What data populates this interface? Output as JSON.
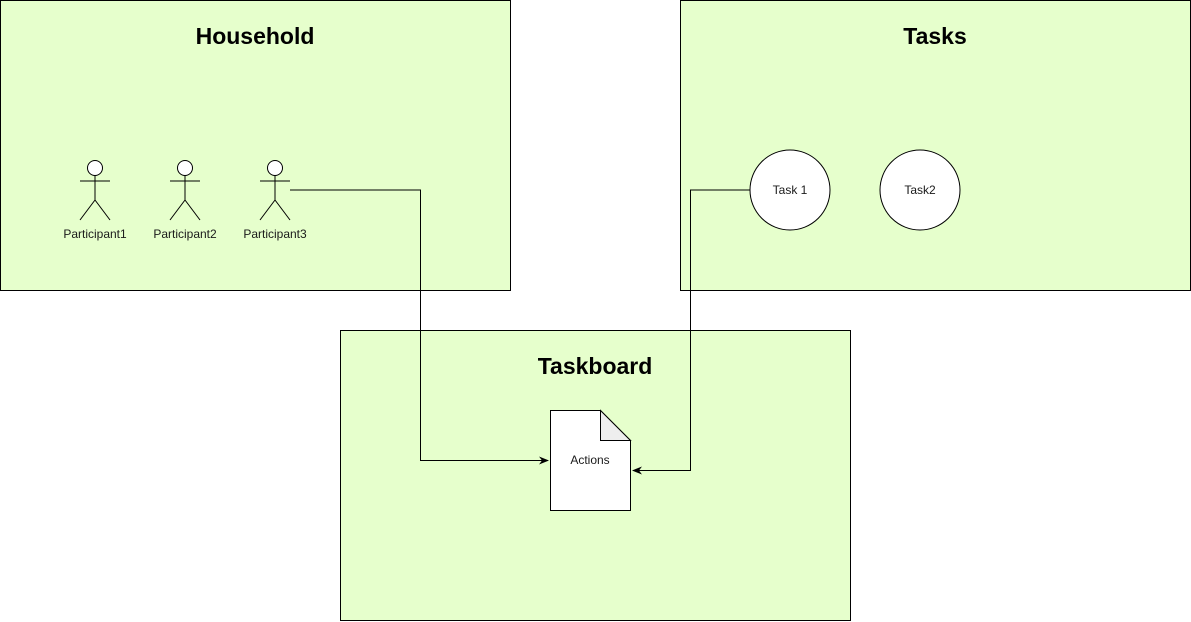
{
  "diagram": {
    "containers": [
      {
        "id": "household",
        "title": "Household"
      },
      {
        "id": "tasks",
        "title": "Tasks"
      },
      {
        "id": "taskboard",
        "title": "Taskboard"
      }
    ],
    "participants": [
      {
        "label": "Participant1"
      },
      {
        "label": "Participant2"
      },
      {
        "label": "Participant3"
      }
    ],
    "tasks": [
      {
        "label": "Task 1"
      },
      {
        "label": "Task2"
      }
    ],
    "document": {
      "label": "Actions"
    },
    "connectors": [
      {
        "from": "Participant3",
        "to": "Actions"
      },
      {
        "from": "Task 1",
        "to": "Actions"
      }
    ]
  },
  "colors": {
    "container_fill": "#e6ffcc",
    "stroke": "#000000",
    "shape_fill": "#ffffff",
    "doc_fold": "#eeeeee"
  }
}
